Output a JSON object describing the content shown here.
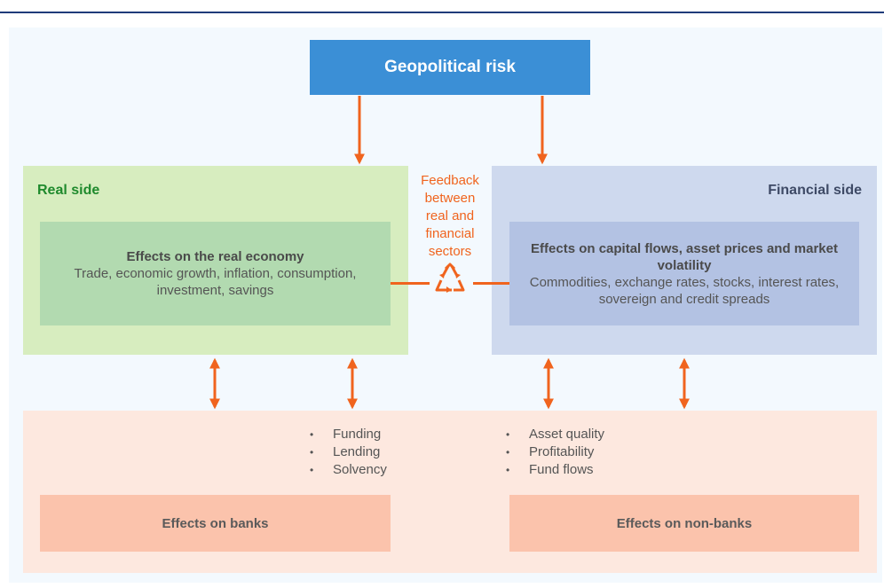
{
  "geo": {
    "title": "Geopolitical  risk"
  },
  "real_side": {
    "title": "Real side",
    "heading": "Effects on the real economy",
    "body": "Trade, economic growth, inflation, consumption, investment, savings"
  },
  "financial_side": {
    "title": "Financial side",
    "heading": "Effects on capital flows, asset prices and market volatility",
    "body": "Commodities, exchange rates, stocks, interest rates, sovereign and credit spreads"
  },
  "feedback": {
    "lines": [
      "Feedback",
      "between",
      "real and",
      "financial",
      "sectors"
    ]
  },
  "banks_bullets": [
    "Funding",
    "Lending",
    "Solvency"
  ],
  "nonbanks_bullets": [
    "Asset quality",
    "Profitability",
    "Fund flows"
  ],
  "effects": {
    "banks": "Effects on banks",
    "nonbanks": "Effects on non-banks"
  },
  "colors": {
    "arrow": "#f0641e",
    "geo_box": "#3b8fd6",
    "real_side": "#d7edbf",
    "financial_side": "#ced9ee",
    "bottom_zone": "#fde8df"
  },
  "icons": {
    "feedback_symbol": "recycle-icon"
  }
}
